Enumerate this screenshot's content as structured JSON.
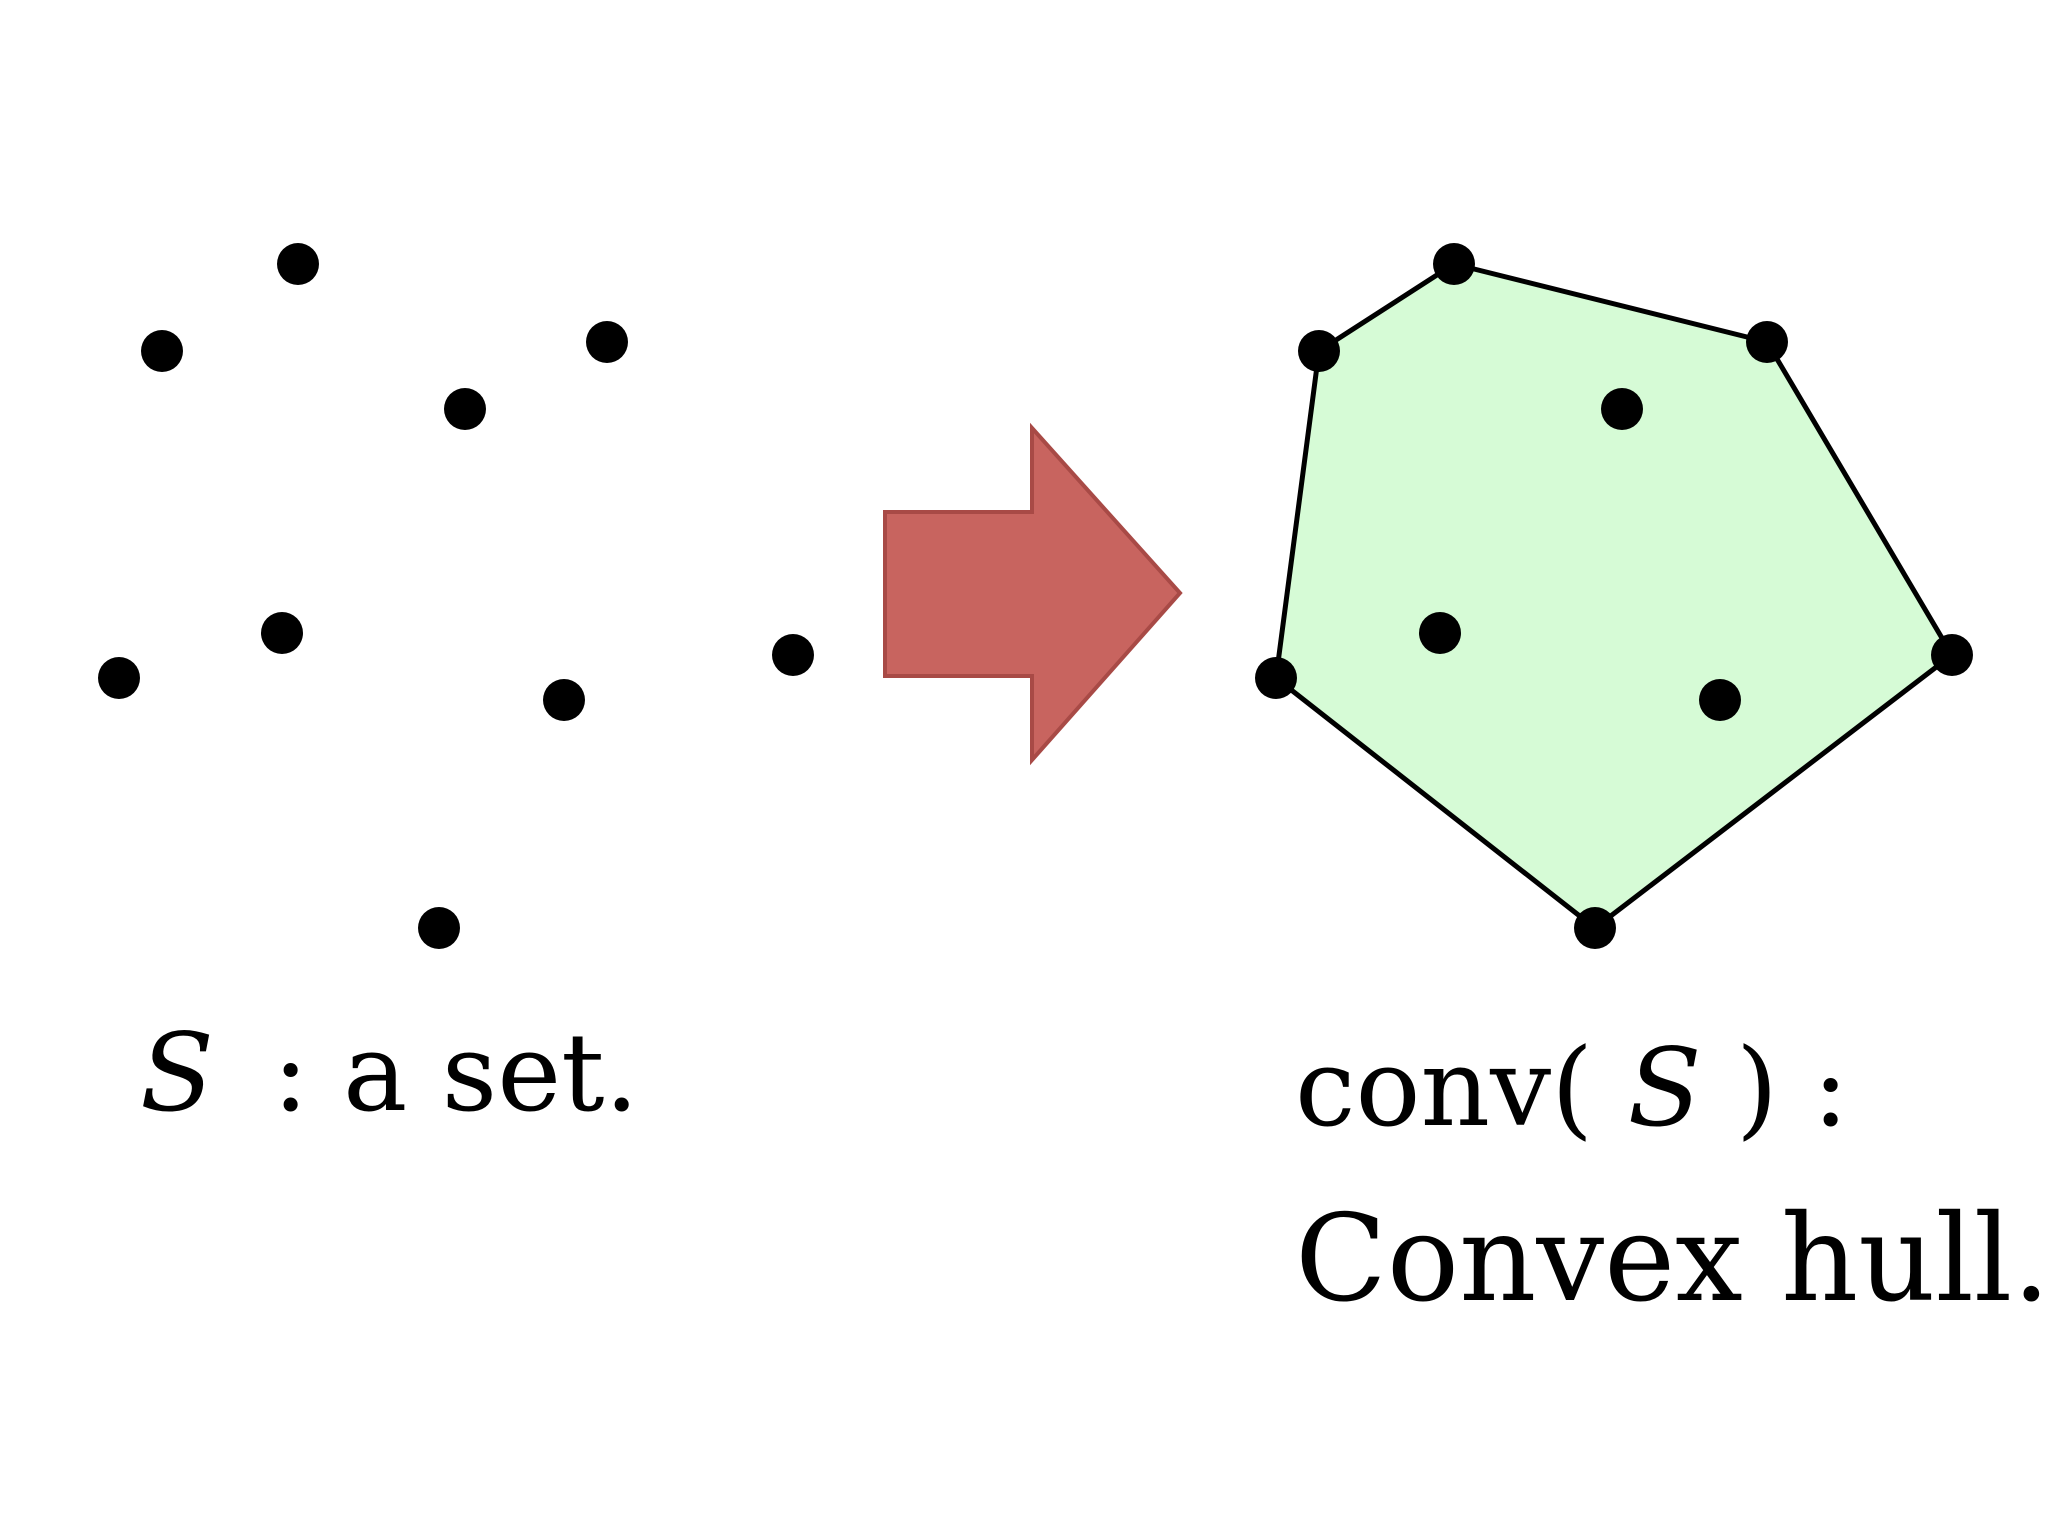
{
  "colors": {
    "background": "#ffffff",
    "point": "#000000",
    "hull_fill": "#d6fbd6",
    "hull_stroke": "#000000",
    "arrow_fill": "#c8645f",
    "arrow_stroke": "#a84a46"
  },
  "left_panel": {
    "caption": {
      "symbol": "S",
      "text": ": a set."
    }
  },
  "right_panel": {
    "caption": {
      "prefix": "conv(",
      "symbol": "S",
      "suffix": ") :",
      "line2": "Convex hull."
    }
  }
}
